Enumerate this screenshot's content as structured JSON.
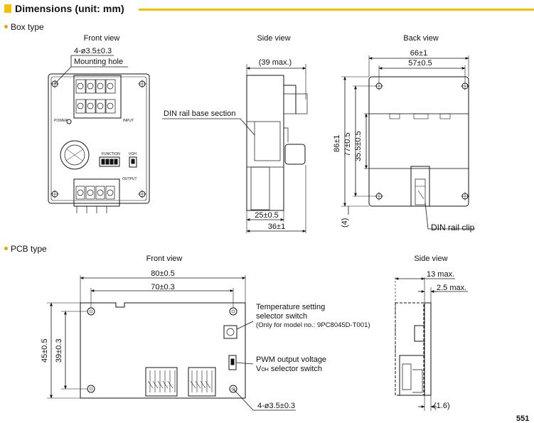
{
  "header": {
    "title": "Dimensions (unit: mm)"
  },
  "box_type": {
    "heading": "Box type",
    "front": {
      "view_label": "Front view",
      "hole_dim": "4-ø3.5±0.3",
      "hole_label": "Mounting hole",
      "panel_power": "POWER",
      "panel_input": "INPUT",
      "panel_output": "OUTPUT",
      "panel_function": "FUNCTION",
      "panel_voh": "VOH"
    },
    "side": {
      "view_label": "Side view",
      "max_dim": "(39 max.)",
      "din_base": "DIN rail base section",
      "dim_25": "25±0.5",
      "dim_36": "36±1"
    },
    "back": {
      "view_label": "Back view",
      "dim_66": "66±1",
      "dim_57": "57±0.5",
      "dim_86": "86±1",
      "dim_77": "77±0.5",
      "dim_355": "35.5±0.5",
      "dim_4": "(4)",
      "din_clip": "DIN rail clip"
    }
  },
  "pcb_type": {
    "heading": "PCB type",
    "front": {
      "view_label": "Front view",
      "dim_80": "80±0.5",
      "dim_70": "70±0.3",
      "dim_45": "45±0.5",
      "dim_39": "39±0.3",
      "temp_line1": "Temperature setting",
      "temp_line2": "selector switch",
      "temp_note": "(Only for model no.: 9PC8045D-T001)",
      "pwm_line1": "PWM output voltage",
      "pwm_line2_pre": "V",
      "pwm_line2_sub": "OH",
      "pwm_line2_post": " selector switch",
      "hole_dim": "4-ø3.5±0.3"
    },
    "side": {
      "view_label": "Side view",
      "dim_13": "13 max.",
      "dim_25": "2.5 max.",
      "dim_16": "(1.6)"
    }
  },
  "page_number": "551"
}
